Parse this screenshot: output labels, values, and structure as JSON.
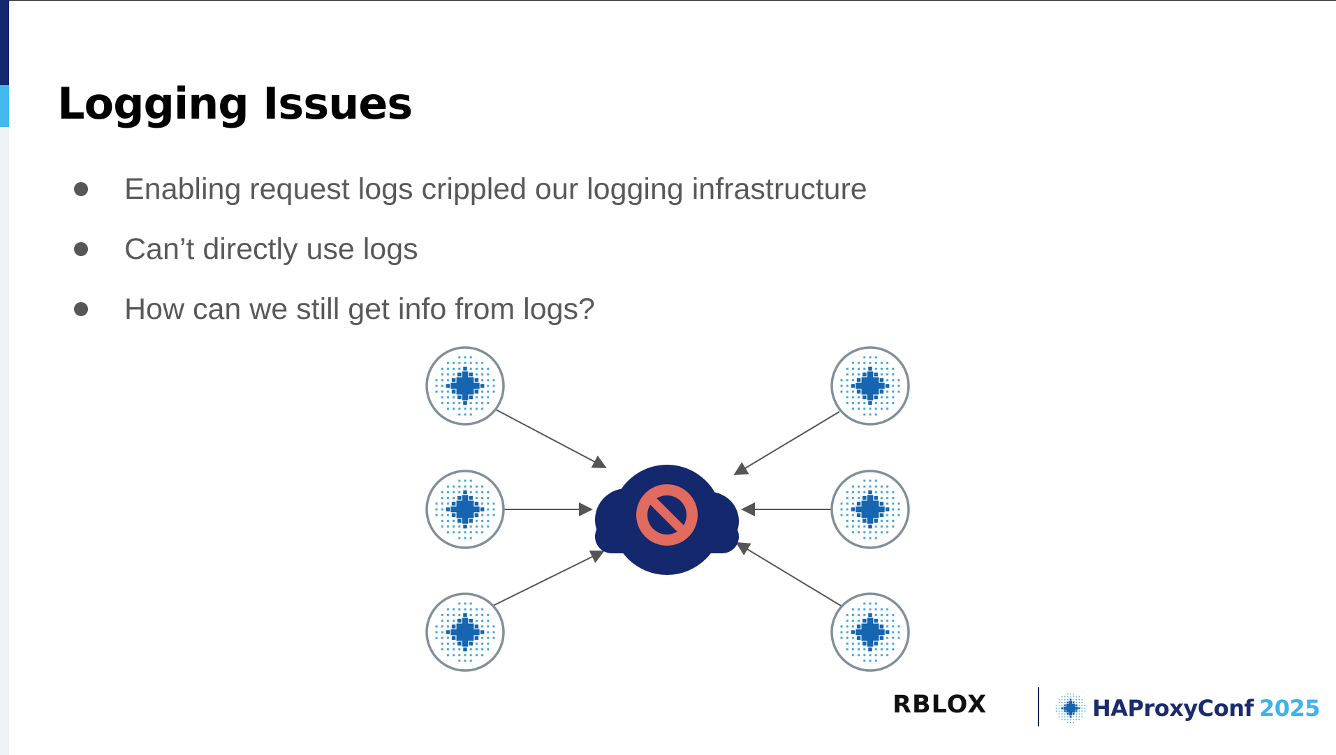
{
  "slide": {
    "title": "Logging Issues",
    "bullets": [
      {
        "text": "Enabling request logs crippled our logging infrastructure"
      },
      {
        "text": "Can’t directly use logs"
      },
      {
        "text": "How can we still get info from logs?"
      }
    ]
  },
  "diagram": {
    "center_icon": "cloud-blocked-icon",
    "node_icon": "haproxy-node-icon",
    "node_count": 6,
    "colors": {
      "cloud": "#14286e",
      "blocked_sign": "#e06b5e",
      "node_ring": "#7f9099",
      "node_pattern_dark": "#1565b0",
      "node_pattern_light": "#42a5e0",
      "arrow": "#555555"
    }
  },
  "footer": {
    "roblox_logo": "RBLOX",
    "haproxy_name": "HAProxyConf",
    "haproxy_year": "2025",
    "colors": {
      "brand_navy": "#1a2b6e",
      "brand_cyan": "#3db3ec"
    }
  }
}
